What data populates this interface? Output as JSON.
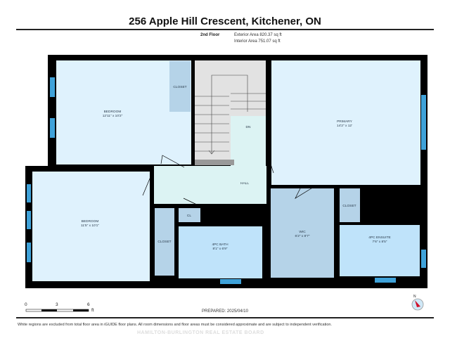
{
  "title": "256 Apple Hill Crescent, Kitchener, ON",
  "floor": {
    "name": "2nd Floor",
    "exterior_area": "Exterior Area 820.37 sq ft",
    "interior_area": "Interior Area 751.07 sq ft"
  },
  "rooms": {
    "bedroom1": {
      "name": "BEDROOM",
      "dims": "12'11\" x 10'2\""
    },
    "closet1": {
      "name": "CLOSET"
    },
    "stairs": {
      "label": "DN"
    },
    "hall": {
      "name": "HALL"
    },
    "primary": {
      "name": "PRIMARY",
      "dims": "14'2\" x 12'"
    },
    "bedroom2": {
      "name": "BEDROOM",
      "dims": "11'5\" x 10'1\""
    },
    "closet2": {
      "name": "CLOSET"
    },
    "cl": {
      "name": "CL"
    },
    "bath": {
      "name": "4PC BATH",
      "dims": "8'1\" x 6'9\""
    },
    "wic": {
      "name": "WIC",
      "dims": "6'2\" x 8'7\""
    },
    "closet3": {
      "name": "CLOSET"
    },
    "ensuite": {
      "name": "4PC ENSUITE",
      "dims": "7'6\" x 8'5\""
    }
  },
  "scale": {
    "ticks": [
      "0",
      "3",
      "6"
    ],
    "unit": "ft"
  },
  "prepared": "PREPARED: 2025/04/10",
  "disclaimer": "White regions are excluded from total floor area in iGUIDE floor plans. All room dimensions and floor areas must be considered approximate and are subject to independent verification.",
  "watermark": "HAMILTON-BURLINGTON REAL ESTATE BOARD",
  "compass": {
    "label": "N",
    "icon": "compass-icon"
  },
  "colors": {
    "room": "#dff2fd",
    "closet": "#b5d3e8",
    "hall": "#dcf3f3",
    "bath": "#bfe3fa",
    "wall": "#000000",
    "window": "#3fa2d9"
  }
}
